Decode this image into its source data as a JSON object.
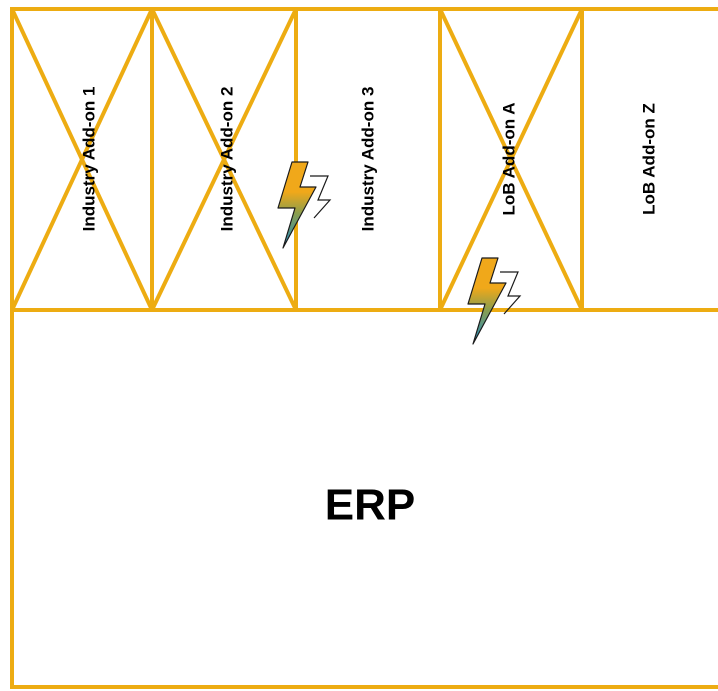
{
  "colors": {
    "frame": "#EDAC12",
    "text": "#000000",
    "background": "#FFFFFF",
    "bolt_top": "#F0A81A",
    "bolt_mid": "#8A9E4E",
    "bolt_bottom": "#1E8CC8"
  },
  "addons": [
    {
      "label": "Industry Add-on 1",
      "crossed_out": true
    },
    {
      "label": "Industry Add-on 2",
      "crossed_out": true
    },
    {
      "label": "Industry Add-on 3",
      "crossed_out": false
    },
    {
      "label": "LoB Add-on A",
      "crossed_out": true
    },
    {
      "label": "LoB Add-on Z",
      "crossed_out": false
    }
  ],
  "erp": {
    "label": "ERP"
  },
  "icons": [
    {
      "name": "lightning-bolt-icon",
      "between": [
        "Industry Add-on 2",
        "Industry Add-on 3"
      ]
    },
    {
      "name": "lightning-bolt-icon",
      "between": [
        "LoB Add-on A",
        "ERP"
      ]
    }
  ]
}
